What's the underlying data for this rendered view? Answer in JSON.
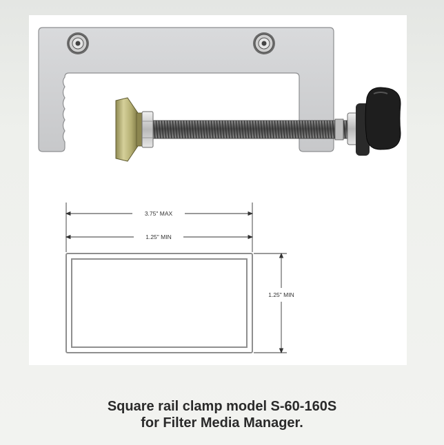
{
  "dimensions": {
    "max_width": "3.75\" MAX",
    "min_width": "1.25\" MIN",
    "min_height": "1.25\" MIN"
  },
  "caption": {
    "line1": "Square rail clamp model S-60-160S",
    "line2": "for Filter Media Manager."
  },
  "colors": {
    "frame": "#d3d4d6",
    "foot": "#b7b27a",
    "knob": "#1e1e1e",
    "rail_outline": "#9a9a9a"
  }
}
